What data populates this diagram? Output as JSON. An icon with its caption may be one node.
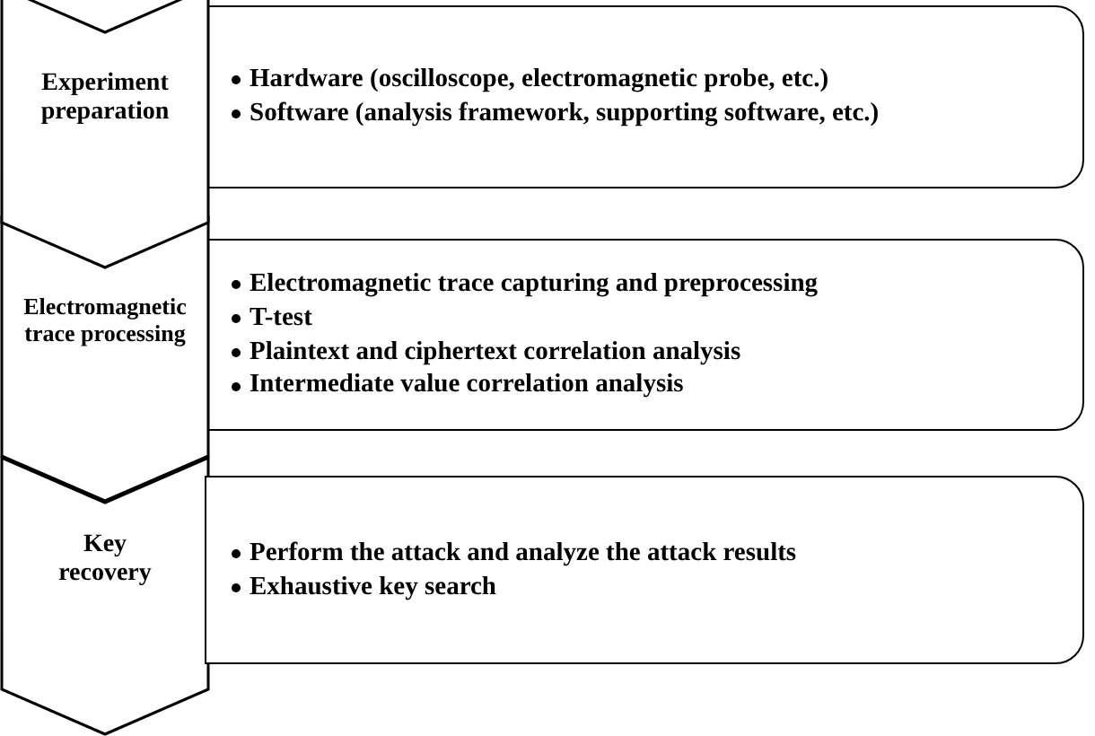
{
  "diagram": {
    "nodes": [
      {
        "text": [
          "Experiment preparation"
        ]
      },
      {
        "text": [
          "Hardware (oscilloscope, electromagnetic probe, etc.)",
          "Software (analysis framework, supporting software, etc.)"
        ]
      },
      {
        "text": [
          "Electromagnetic trace processing"
        ]
      },
      {
        "text": [
          "Electromagnetic trace capturing and preprocessing",
          "T-test",
          "Plaintext and ciphertext correlation analysis",
          "Intermediate value correlation analysis"
        ]
      },
      {
        "text": [
          "Key recovery"
        ]
      },
      {
        "text": [
          "Perform the attack and analyze the attack results",
          "Exhaustive key search"
        ]
      }
    ]
  }
}
